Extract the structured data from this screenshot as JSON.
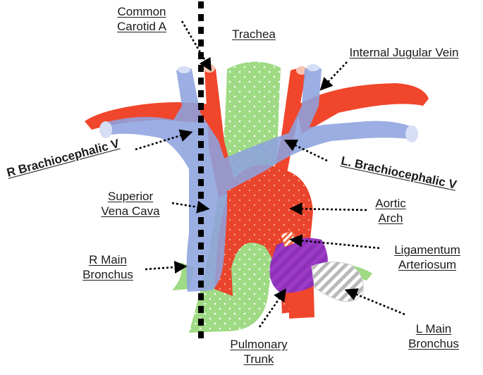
{
  "labels": {
    "common_carotid": [
      "Common",
      "Carotid A"
    ],
    "trachea": [
      "Trachea"
    ],
    "internal_jugular": [
      "Internal Jugular Vein"
    ],
    "r_brachiocephalic": [
      "R Brachiocephalic V"
    ],
    "l_brachiocephalic": [
      "L. Brachiocephalic V"
    ],
    "superior_vena_cava": [
      "Superior",
      "Vena Cava"
    ],
    "aortic_arch": [
      "Aortic",
      "Arch"
    ],
    "ligamentum": [
      "Ligamentum",
      "Arteriosum"
    ],
    "r_main_bronchus": [
      "R Main",
      "Bronchus"
    ],
    "l_main_bronchus": [
      "L Main",
      "Bronchus"
    ],
    "pulmonary_trunk": [
      "Pulmonary",
      "Trunk"
    ]
  },
  "colors": {
    "artery": "#f0462c",
    "vein": "#8ea3df",
    "trachea": "#9fda84",
    "pulmonary": "#8e2fb8",
    "bronchus": "#b9b9b9"
  }
}
